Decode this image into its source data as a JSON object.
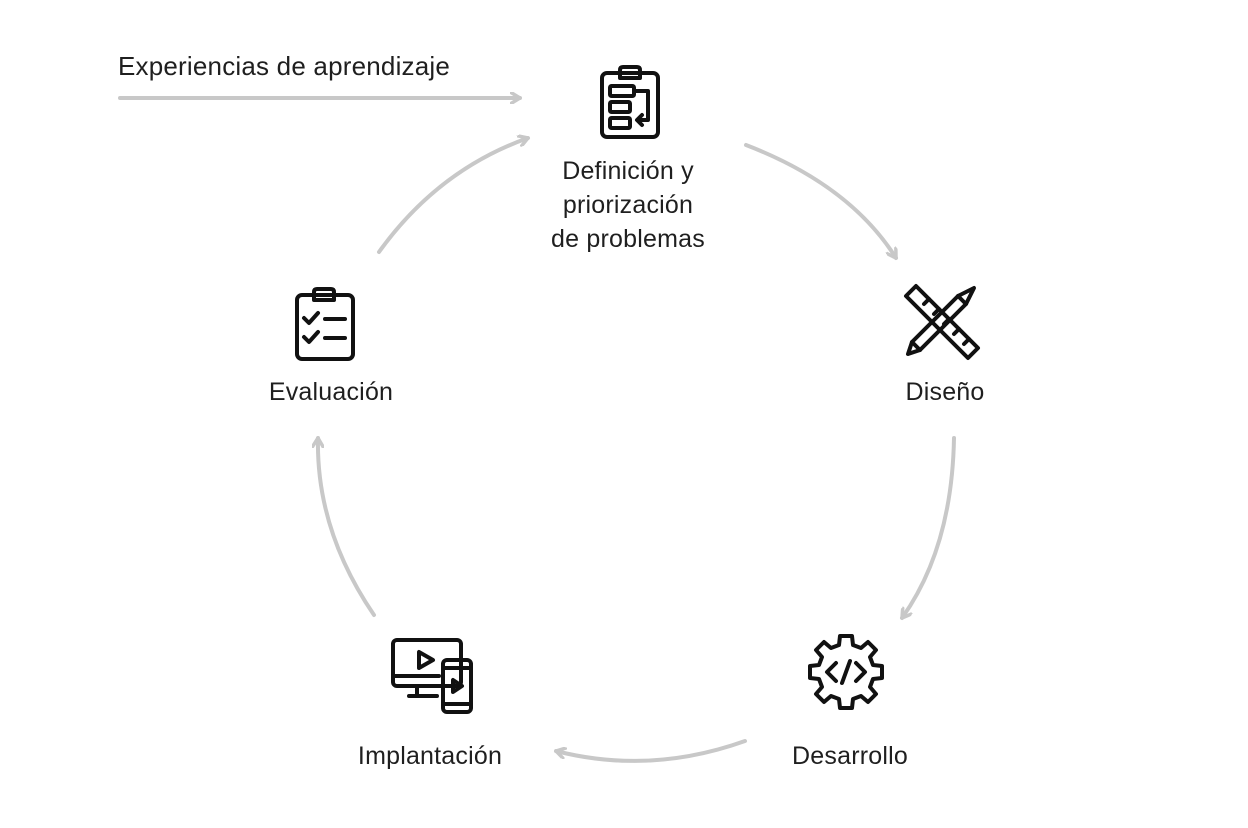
{
  "intro_label": "Experiencias de aprendizaje",
  "colors": {
    "arrow": "#c8c8c8",
    "icon": "#111111",
    "text": "#1f1f1f",
    "background": "#ffffff"
  },
  "stages": [
    {
      "id": "definicion",
      "lines": [
        "Definición y",
        "priorización",
        "de problemas"
      ],
      "icon": "clipboard-flow-icon"
    },
    {
      "id": "diseno",
      "lines": [
        "Diseño"
      ],
      "icon": "pencil-ruler-icon"
    },
    {
      "id": "desarrollo",
      "lines": [
        "Desarrollo"
      ],
      "icon": "code-gear-icon"
    },
    {
      "id": "implantacion",
      "lines": [
        "Implantación"
      ],
      "icon": "devices-video-icon"
    },
    {
      "id": "evaluacion",
      "lines": [
        "Evaluación"
      ],
      "icon": "checklist-clipboard-icon"
    }
  ]
}
